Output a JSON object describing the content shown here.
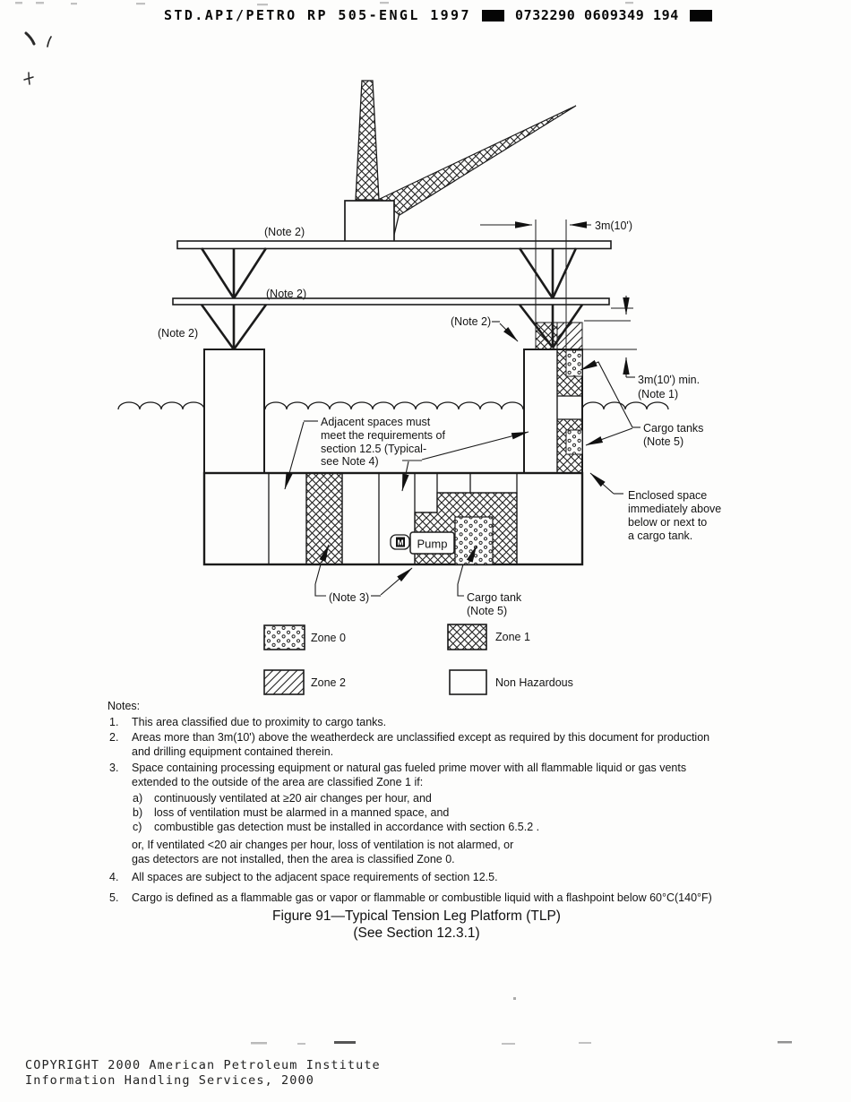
{
  "page": {
    "header": {
      "doc_id": "STD.API/PETRO RP 505-ENGL 1997",
      "barcode_number": "0732290 0609349 194"
    },
    "diagram": {
      "labels": {
        "note2": "(Note 2)",
        "dim_top": "3m(10')",
        "dim_min_line1": "3m(10') min.",
        "dim_min_line2": "(Note 1)",
        "adjacent_lines": [
          "Adjacent spaces must",
          "meet the requirements of",
          "section 12.5 (Typical-",
          "see Note 4)"
        ],
        "cargo_tanks_lines": [
          "Cargo tanks",
          "(Note 5)"
        ],
        "enclosed_lines": [
          "Enclosed space",
          "immediately above",
          "below or next to",
          "a cargo tank."
        ],
        "pump": "Pump",
        "motor": "M",
        "note3": "(Note 3)",
        "cargo_tank_lines": [
          "Cargo tank",
          "(Note 5)"
        ]
      },
      "legend": [
        {
          "label": "Zone 0",
          "pattern": "dots"
        },
        {
          "label": "Zone 1",
          "pattern": "crosshatch"
        },
        {
          "label": "Zone 2",
          "pattern": "diagonal"
        },
        {
          "label": "Non Hazardous",
          "pattern": "none"
        }
      ]
    },
    "notes": {
      "heading": "Notes:",
      "items": [
        {
          "num": "1.",
          "lines": [
            "This area classified due to proximity to cargo tanks."
          ]
        },
        {
          "num": "2.",
          "lines": [
            "Areas more than 3m(10') above the weatherdeck are unclassified except as required by this document for production",
            "and drilling equipment contained therein."
          ]
        },
        {
          "num": "3.",
          "lines": [
            "Space containing processing equipment or natural gas fueled prime mover with all flammable liquid or gas vents",
            "extended to the outside of the area are classified Zone 1 if:"
          ],
          "subitems": [
            {
              "num": "a)",
              "text": "continuously ventilated at ≥20 air changes per hour, and"
            },
            {
              "num": "b)",
              "text": "loss of ventilation must be alarmed in a manned space, and"
            },
            {
              "num": "c)",
              "text": "combustible gas detection must be installed in accordance with section 6.5.2 ."
            }
          ],
          "continuation": [
            "or, If ventilated <20 air changes per hour, loss of ventilation is not alarmed, or",
            "gas detectors are not installed, then the area is classified Zone 0."
          ]
        },
        {
          "num": "4.",
          "lines": [
            "All spaces are subject to the adjacent space requirements  of section 12.5."
          ]
        },
        {
          "num": "5.",
          "lines": [
            "Cargo is defined as a flammable gas or vapor or flammable or combustible liquid with a flashpoint below 60°C(140°F)"
          ]
        }
      ]
    },
    "caption": {
      "line1": "Figure  91—Typical Tension Leg Platform (TLP)",
      "line2": "(See Section 12.3.1)"
    },
    "footer": {
      "line1": "COPYRIGHT 2000 American Petroleum Institute",
      "line2": "Information Handling Services, 2000"
    }
  }
}
